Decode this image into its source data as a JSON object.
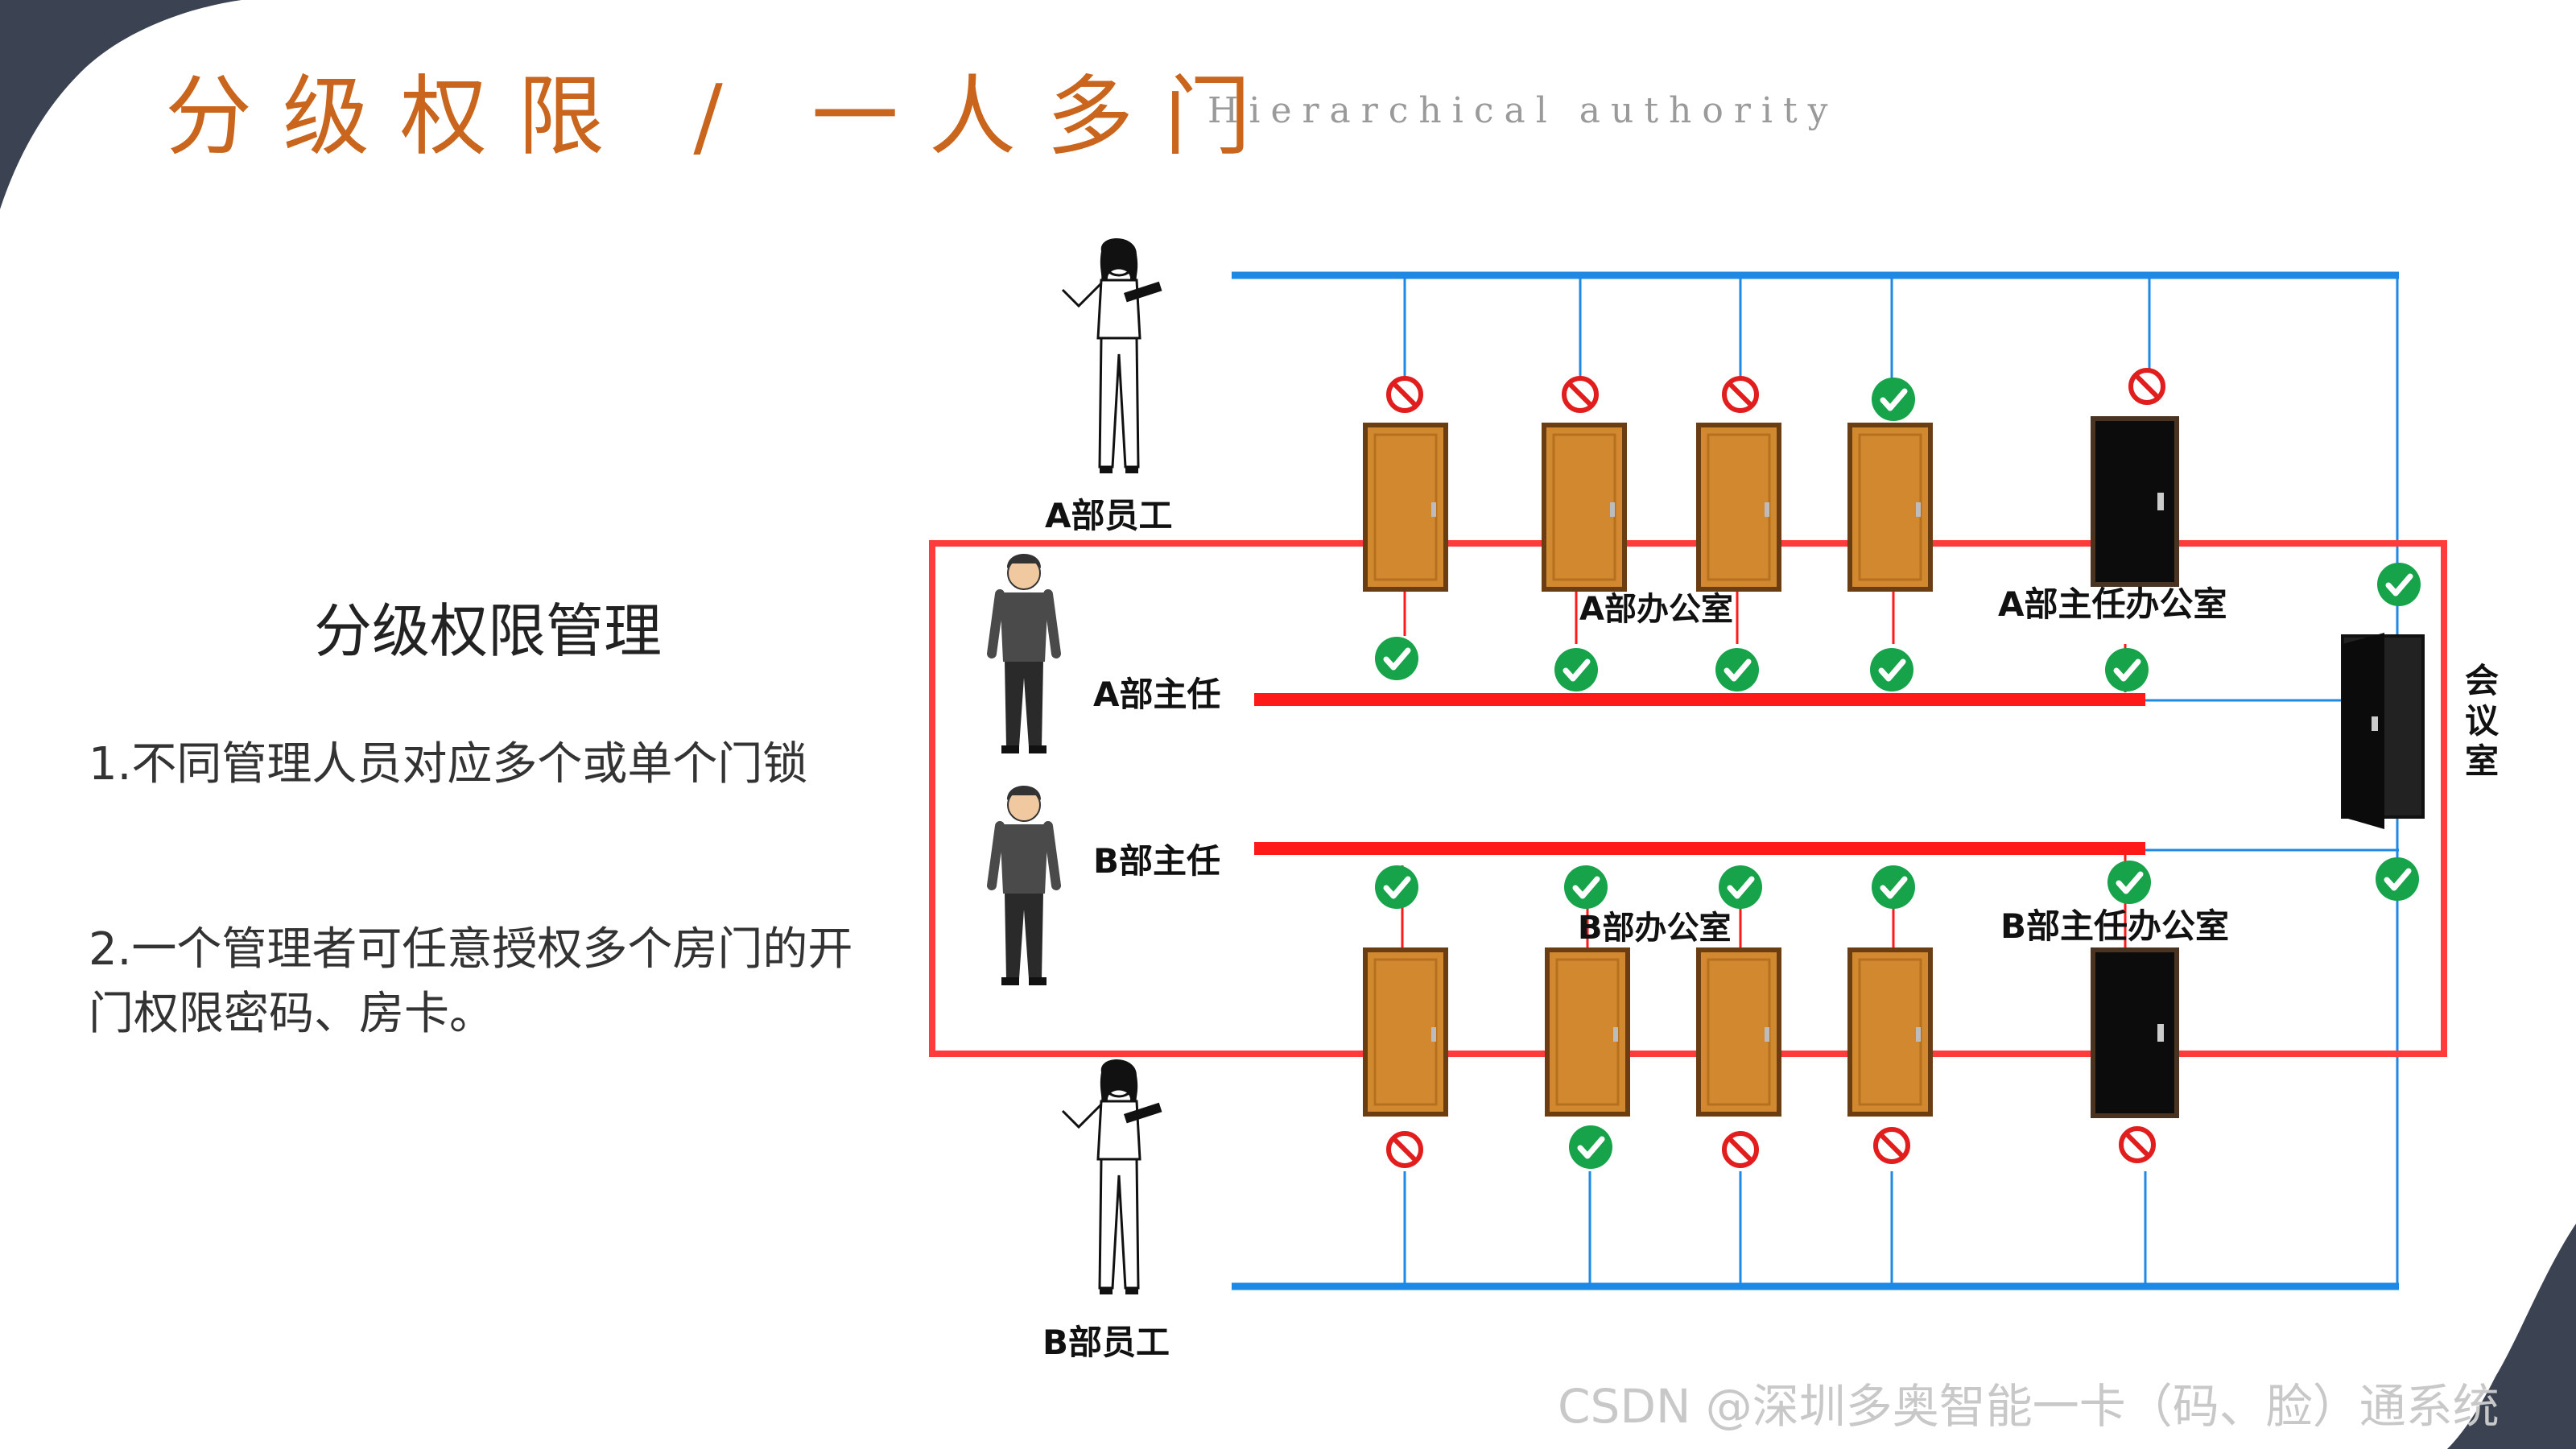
{
  "header": {
    "title": "分级权限 / 一人多门",
    "subtitle_en": "Hierarchical authority"
  },
  "left_panel": {
    "heading": "分级权限管理",
    "items": [
      "1.不同管理人员对应多个或单个门锁",
      "2.一个管理者可任意授权多个房门的开门权限密码、房卡。"
    ]
  },
  "diagram": {
    "people": {
      "a_staff": "A部员工",
      "a_director": "A部主任",
      "b_director": "B部主任",
      "b_staff": "B部员工"
    },
    "rooms": {
      "a_office": "A部办公室",
      "a_director_office": "A部主任办公室",
      "b_office": "B部办公室",
      "b_director_office": "B部主任办公室",
      "meeting_room": "会议室"
    },
    "access": {
      "a_staff": [
        "denied",
        "denied",
        "denied",
        "allowed",
        "denied"
      ],
      "a_director": [
        "allowed",
        "allowed",
        "allowed",
        "allowed",
        "allowed",
        "allowed"
      ],
      "b_director": [
        "allowed",
        "allowed",
        "allowed",
        "allowed",
        "allowed",
        "allowed"
      ],
      "b_staff": [
        "denied",
        "allowed",
        "denied",
        "denied",
        "denied"
      ]
    },
    "colors": {
      "staff_line": "#1e88e5",
      "director_line": "#ff1a1a",
      "door_wood": "#d2882f",
      "director_door": "#0c0c0c",
      "allowed": "#16a34a",
      "denied": "#e11d1d"
    }
  },
  "watermark": "CSDN @深圳多奥智能一卡（码、脸）通系统"
}
